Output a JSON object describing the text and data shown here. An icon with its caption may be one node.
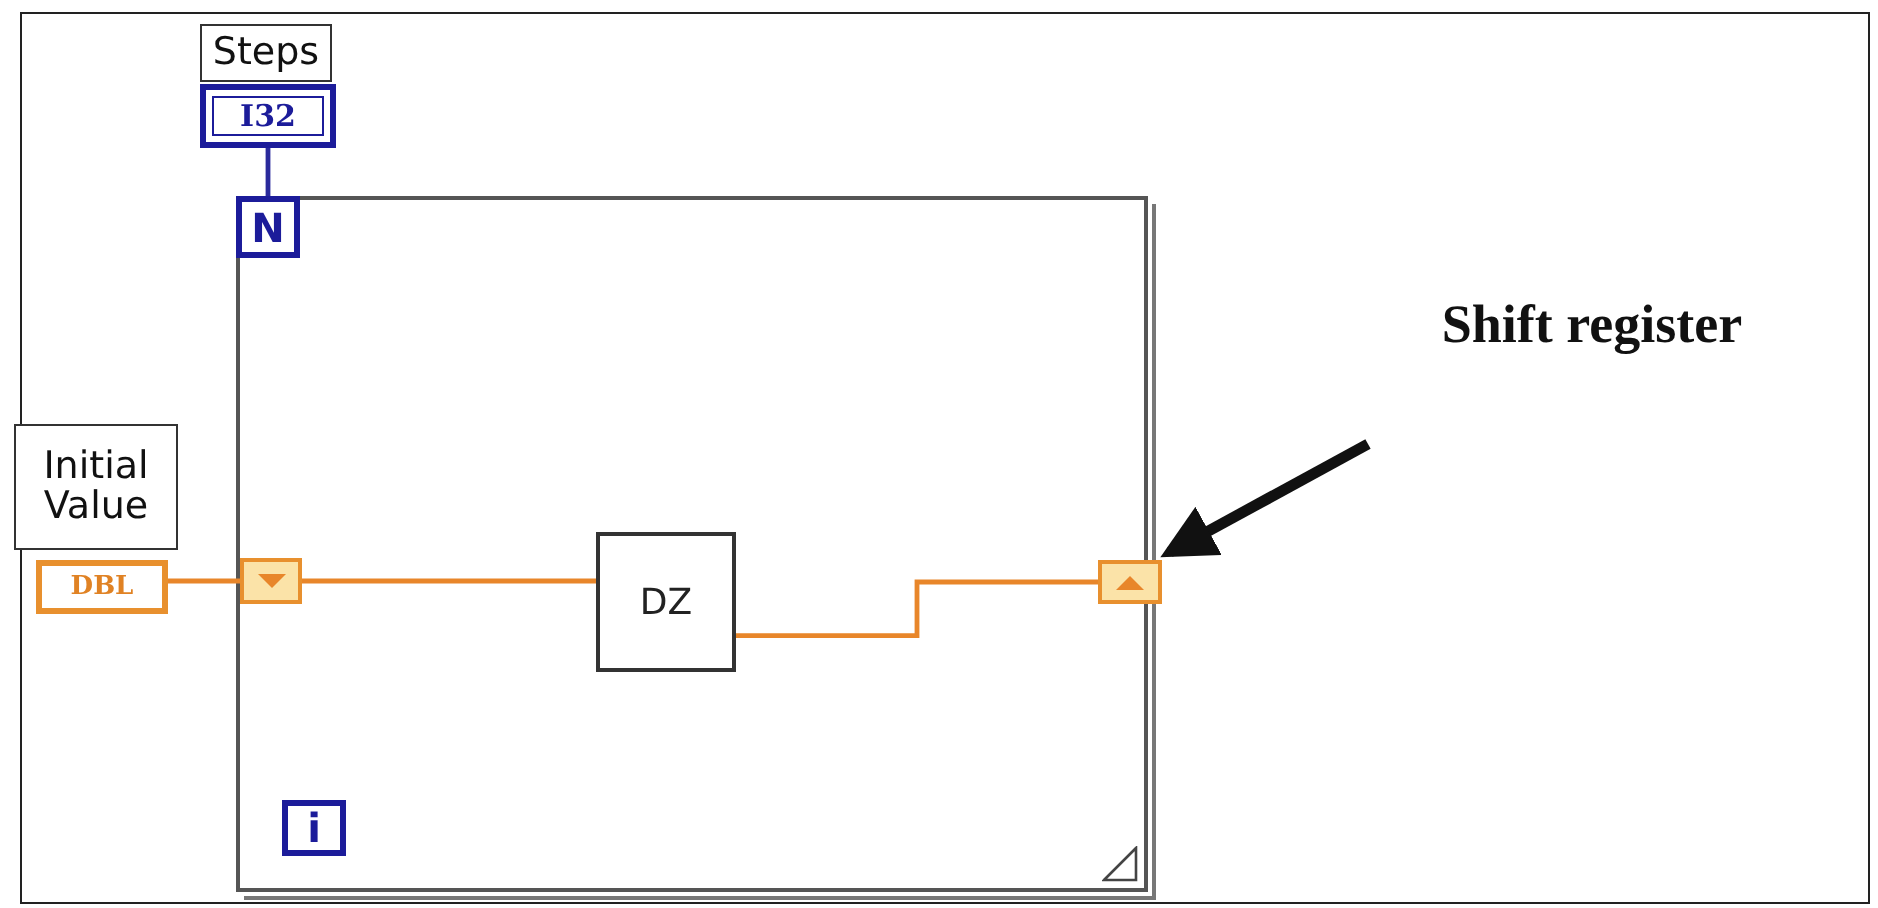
{
  "diagram": {
    "nodes": [
      {
        "text": [
          "Steps"
        ]
      },
      {
        "text": [
          "I32"
        ]
      },
      {
        "text": [],
        "shape": "box"
      },
      {
        "text": [
          "N"
        ],
        "in": 2
      },
      {
        "text": [
          "i"
        ],
        "in": 2
      },
      {
        "text": [
          "Initial Value"
        ]
      },
      {
        "text": [
          "DBL"
        ]
      },
      {
        "text": [],
        "shape": "box",
        "in": 2
      },
      {
        "text": [
          "DZ"
        ],
        "in": 2
      },
      {
        "text": [],
        "shape": "box",
        "in": 2
      },
      {
        "text": [
          "Shift register"
        ]
      }
    ],
    "edges": [
      {
        "from": 1,
        "to": 3,
        "arrow": "none",
        "color": "#2a2a9c"
      },
      {
        "from": 6,
        "to": 7,
        "arrow": "none"
      },
      {
        "from": 7,
        "to": 8,
        "arrow": "none"
      },
      {
        "from": 8,
        "to": 9,
        "arrow": "none"
      },
      {
        "from": 10,
        "to": 9,
        "arrow": "to",
        "style": "thick",
        "color": "#111111"
      }
    ]
  }
}
